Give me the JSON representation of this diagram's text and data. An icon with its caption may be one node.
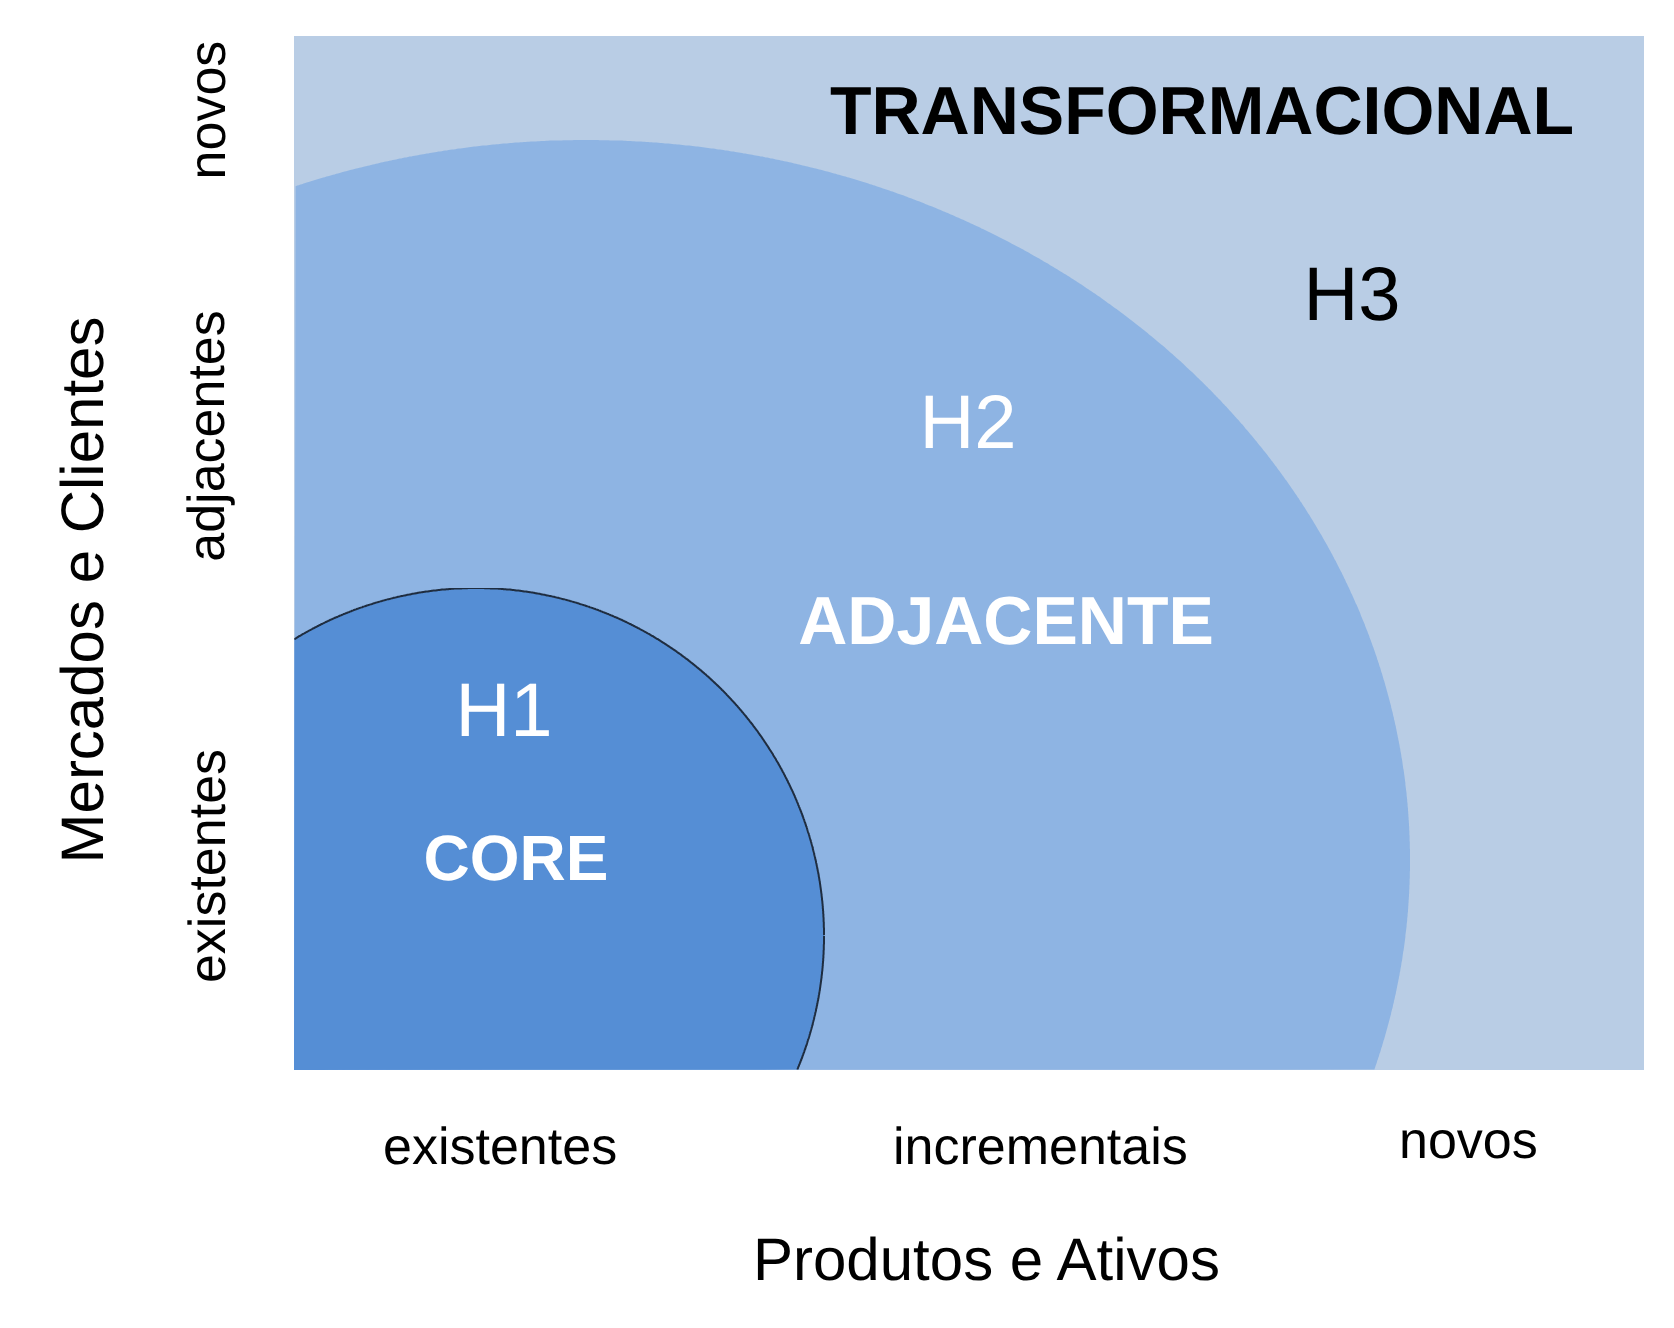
{
  "diagram": {
    "nodes": [
      {
        "text": [
          "TRANSFORMACIONAL",
          "H3"
        ]
      },
      {
        "text": [
          "H2",
          "ADJACENTE"
        ],
        "in": 0
      },
      {
        "text": [
          "H1",
          "CORE"
        ],
        "in": 1
      }
    ],
    "labels": [
      "novos",
      "adjacentes",
      "existentes",
      "Mercados e Clientes",
      "existentes",
      "incrementais",
      "novos",
      "Produtos e Ativos"
    ]
  }
}
